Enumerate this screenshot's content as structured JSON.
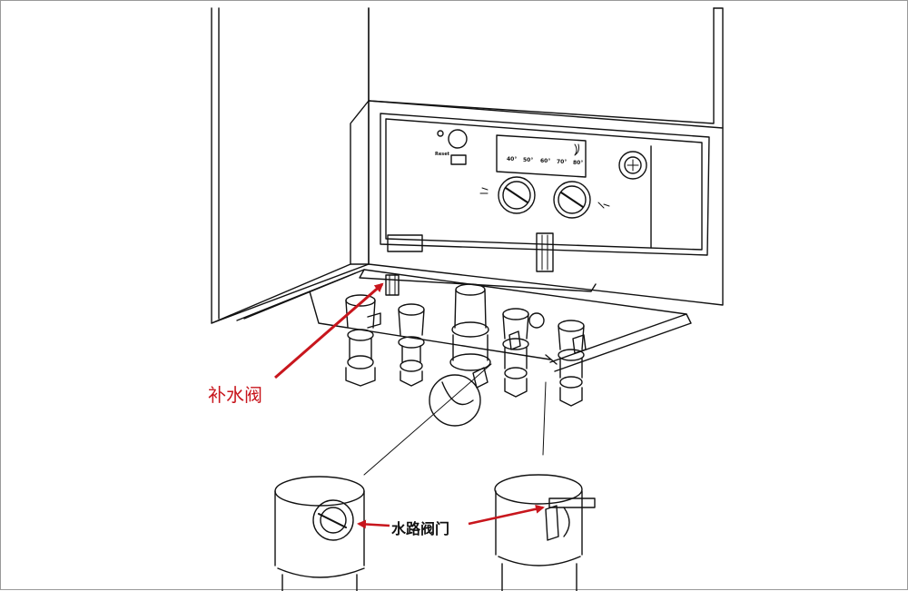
{
  "labels": {
    "refill_valve": "补水阀",
    "water_valve": "水路阀门"
  },
  "display_scale": [
    "40°",
    "50°",
    "60°",
    "70°",
    "80°"
  ],
  "panel_button_label": "Reset",
  "colors": {
    "annotation": "#c8161d",
    "line": "#111111",
    "background": "#ffffff"
  }
}
